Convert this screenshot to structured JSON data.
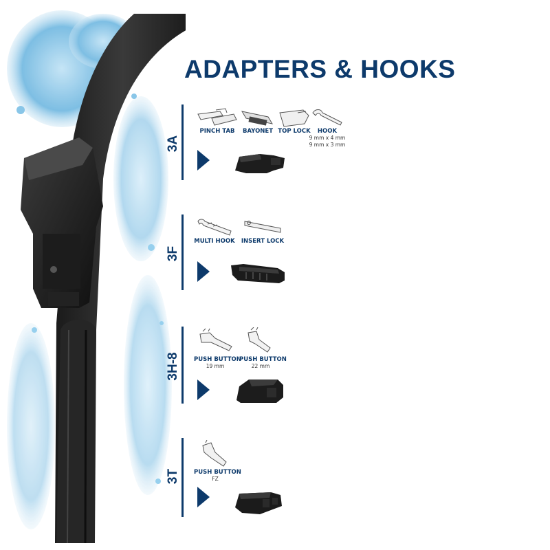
{
  "title": "ADAPTERS & HOOKS",
  "colors": {
    "brand": "#0d3a6b",
    "water": "#4fa6d8"
  },
  "groups": [
    {
      "code": "3A",
      "items": [
        {
          "label": "PINCH TAB",
          "sub": []
        },
        {
          "label": "BAYONET",
          "sub": []
        },
        {
          "label": "TOP LOCK",
          "sub": []
        },
        {
          "label": "HOOK",
          "sub": [
            "9 mm x 4 mm",
            "9 mm x 3 mm"
          ]
        }
      ]
    },
    {
      "code": "3F",
      "items": [
        {
          "label": "MULTI HOOK",
          "sub": []
        },
        {
          "label": "INSERT LOCK",
          "sub": []
        }
      ]
    },
    {
      "code": "3H-8",
      "items": [
        {
          "label": "PUSH BUTTON",
          "sub": [
            "19 mm"
          ]
        },
        {
          "label": "PUSH BUTTON",
          "sub": [
            "22 mm"
          ]
        }
      ]
    },
    {
      "code": "3T",
      "items": [
        {
          "label": "PUSH BUTTON",
          "sub": [
            "FZ"
          ]
        }
      ]
    }
  ]
}
